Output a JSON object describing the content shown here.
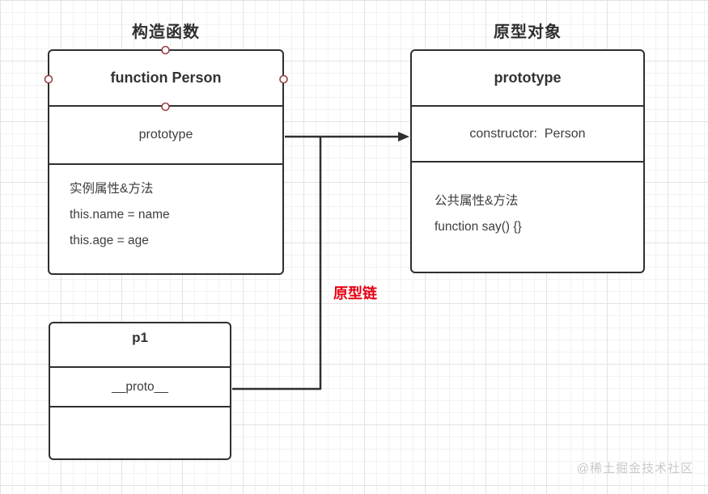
{
  "labels": {
    "constructor_group": "构造函数",
    "prototype_group": "原型对象",
    "prototype_chain": "原型链"
  },
  "person_box": {
    "title": "function Person",
    "prototype_field": "prototype",
    "details": [
      "实例属性&方法",
      "this.name = name",
      "this.age = age"
    ]
  },
  "prototype_box": {
    "title": "prototype",
    "constructor_field": "constructor:  Person",
    "details": [
      "公共属性&方法",
      "function say() {}"
    ]
  },
  "p1_box": {
    "title": "p1",
    "proto_field": "__proto__"
  },
  "canvas": {
    "watermark": "@稀土掘金技术社区"
  },
  "colors": {
    "shape_border": "#2f2f2f",
    "text": "#3a3a3a",
    "chain_label_red": "#e60012",
    "anchor_red": "#993f44",
    "watermark_gray": "#c9c9c9",
    "grid_line": "#f2f2f2"
  }
}
